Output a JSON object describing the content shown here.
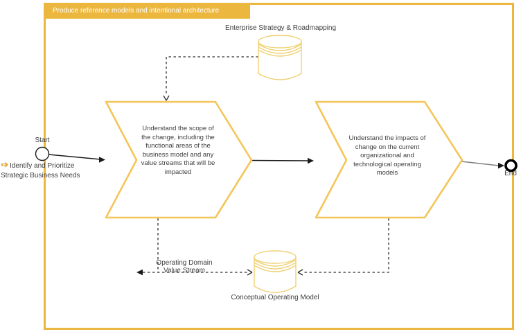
{
  "diagram": {
    "header": {
      "title": "Produce reference models and intentional architecture"
    },
    "events": {
      "start_label": "Start",
      "end_label": "End"
    },
    "steps": [
      {
        "label": "Understand the scope of the change, including the functional areas of the business model and any value streams that will be impacted"
      },
      {
        "label": "Understand the impacts of change on the current organizational and technological operating models"
      }
    ],
    "datastores": {
      "top": {
        "label": "Enterprise Strategy & Roadmapping"
      },
      "bottom": {
        "label": "Conceptual Operating Model"
      }
    },
    "note": {
      "label": "Identify and Prioritize Strategic Business Needs",
      "icon": "process-link-icon"
    },
    "flow_label": "Operating Domain Value Stream",
    "colors": {
      "gold": "#ECB73E",
      "gold_shape_stroke": "#F4C558",
      "gold_cylinder_stroke": "#EFD173",
      "text_dark": "#3D3D3D",
      "connector_black": "#1a1a1a",
      "connector_gray": "#7F7F7F",
      "title_text": "#FFFFFF"
    }
  }
}
